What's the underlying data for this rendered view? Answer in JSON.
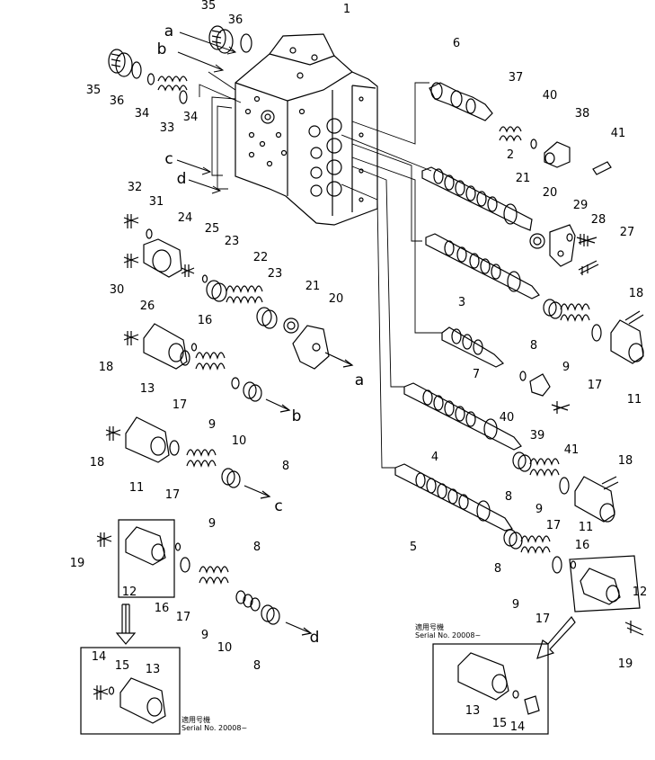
{
  "diagram": {
    "part_labels": [
      "1",
      "2",
      "3",
      "4",
      "5",
      "6",
      "7",
      "8",
      "9",
      "10",
      "11",
      "12",
      "13",
      "14",
      "15",
      "16",
      "17",
      "18",
      "19",
      "20",
      "21",
      "22",
      "23",
      "24",
      "25",
      "26",
      "27",
      "28",
      "29",
      "30",
      "31",
      "32",
      "33",
      "34",
      "35",
      "36",
      "37",
      "38",
      "39",
      "40",
      "41"
    ],
    "reference_letters": [
      "a",
      "b",
      "c",
      "d"
    ],
    "serial_note": {
      "title": "適用号機",
      "line": "Serial  No.  20008~"
    }
  }
}
